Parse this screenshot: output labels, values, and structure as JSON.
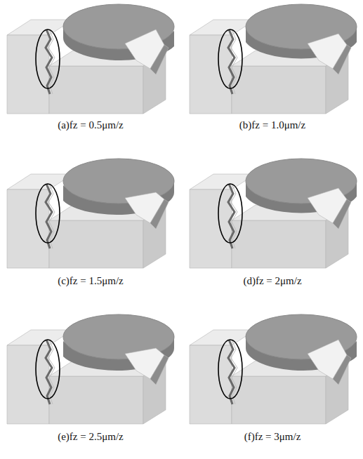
{
  "diagram": {
    "labels": [
      "(a)fz = 0.5μm/z",
      "(b)fz = 1.0μm/z",
      "(c)fz = 1.5μm/z",
      "(d)fz = 2μm/z",
      "(e)fz = 2.5μm/z",
      "(f)fz = 3μm/z"
    ]
  }
}
